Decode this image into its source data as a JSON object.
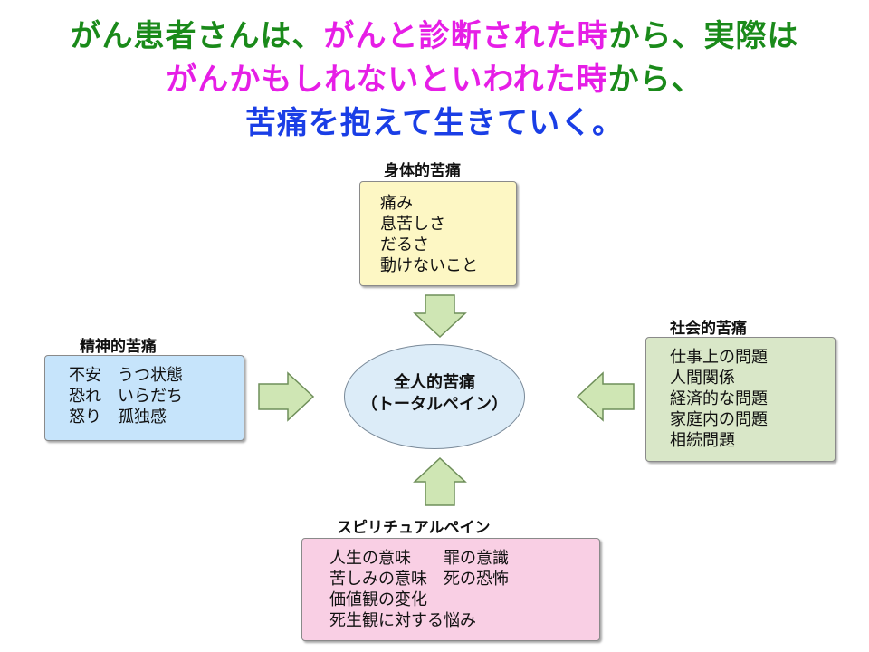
{
  "headline": {
    "line1": [
      {
        "text": "がん患者さんは、",
        "color": "#1a8a1a"
      },
      {
        "text": "がんと診断された時",
        "color": "#e61ee6"
      },
      {
        "text": "から、実際は",
        "color": "#1a8a1a"
      }
    ],
    "line2": [
      {
        "text": "がんかもしれないといわれた時",
        "color": "#e61ee6"
      },
      {
        "text": "から、",
        "color": "#1a8a1a"
      }
    ],
    "line3": [
      {
        "text": "苦痛を抱えて生きていく。",
        "color": "#1a3ee6"
      }
    ]
  },
  "physical": {
    "title": "身体的苦痛",
    "items": [
      "痛み",
      "息苦しさ",
      "だるさ",
      "動けないこと"
    ],
    "bg": "#fdf7c4"
  },
  "mental": {
    "title": "精神的苦痛",
    "items": [
      "不安　うつ状態",
      "恐れ　いらだち",
      "怒り　孤独感"
    ],
    "bg": "#c6e4fb"
  },
  "social": {
    "title": "社会的苦痛",
    "items": [
      "仕事上の問題",
      "人間関係",
      "経済的な問題",
      "家庭内の問題",
      "相続問題"
    ],
    "bg": "#d9e7c8"
  },
  "spiritual": {
    "title": "スピリチュアルペイン",
    "items": [
      "人生の意味　　罪の意識",
      "苦しみの意味　死の恐怖",
      "価値観の変化",
      "死生観に対する悩み"
    ],
    "bg": "#f9cfe4"
  },
  "center": {
    "line1": "全人的苦痛",
    "line2": "（トータルペイン）"
  },
  "colors": {
    "arrow_fill": "#cfe6b4",
    "arrow_stroke": "#6f8f5a"
  }
}
